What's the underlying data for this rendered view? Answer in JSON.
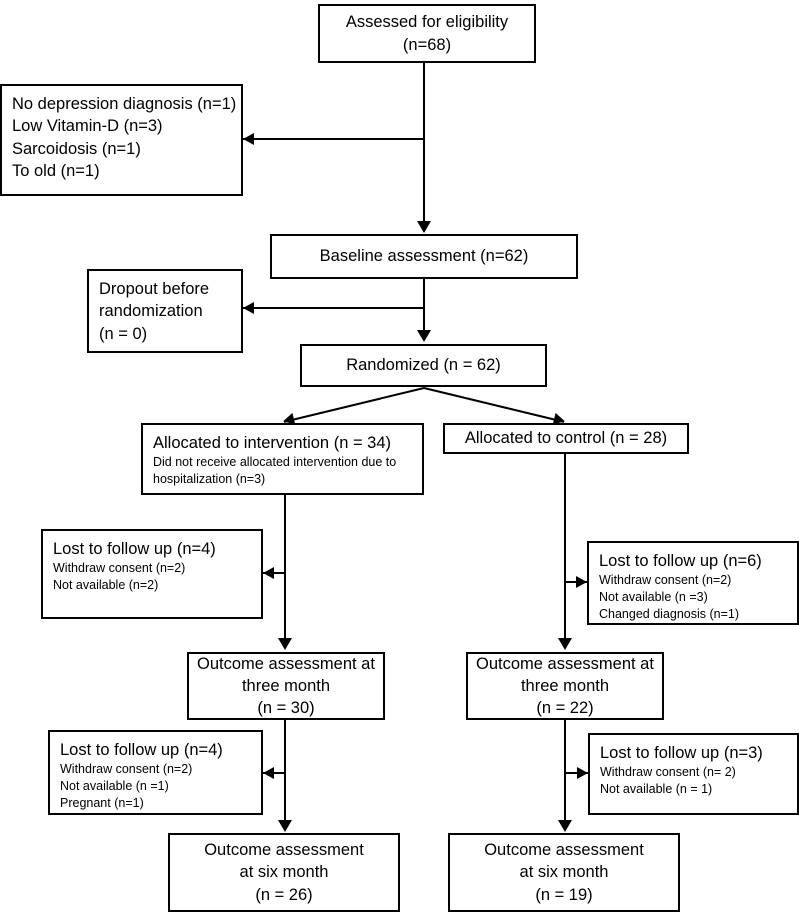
{
  "diagram": {
    "type": "consort-flow-diagram",
    "title": "CONSORT participant flow diagram"
  },
  "nodes": {
    "assessed": {
      "lines": [
        "Assessed for eligibility",
        "(n=68)"
      ]
    },
    "excluded": {
      "lines": [
        "No depression diagnosis (n=1)",
        "Low Vitamin-D (n=3)",
        "Sarcoidosis (n=1)",
        "To old (n=1)"
      ]
    },
    "baseline": {
      "lines": [
        "Baseline assessment (n=62)"
      ]
    },
    "dropout_before_rand": {
      "lines": [
        "Dropout before",
        "randomization",
        "(n = 0)"
      ]
    },
    "randomized": {
      "lines": [
        "Randomized (n = 62)"
      ]
    },
    "allocated_intervention": {
      "heading": "Allocated to intervention (n = 34)",
      "lines": [
        "Did not receive allocated intervention due to",
        "hospitalization (n=3)"
      ]
    },
    "allocated_control": {
      "heading": "Allocated to control (n = 28)",
      "lines": []
    },
    "lost_intervention_3m": {
      "heading": "Lost to follow up (n=4)",
      "lines": [
        "Withdraw consent (n=2)",
        "Not available (n=2)"
      ]
    },
    "lost_control_3m": {
      "heading": "Lost to follow up (n=6)",
      "lines": [
        "Withdraw consent (n=2)",
        "Not available (n =3)",
        "Changed diagnosis (n=1)"
      ]
    },
    "outcome_intervention_3m": {
      "lines": [
        "Outcome assessment at",
        "three month",
        "(n = 30)"
      ]
    },
    "outcome_control_3m": {
      "lines": [
        "Outcome assessment at",
        "three month",
        "(n = 22)"
      ]
    },
    "lost_intervention_6m": {
      "heading": "Lost to follow up (n=4)",
      "lines": [
        "Withdraw consent (n=2)",
        "Not available (n =1)",
        "Pregnant (n=1)"
      ]
    },
    "lost_control_6m": {
      "heading": "Lost to follow up (n=3)",
      "lines": [
        "Withdraw consent (n= 2)",
        "Not available (n = 1)"
      ]
    },
    "outcome_intervention_6m": {
      "lines": [
        "Outcome assessment",
        "at six month",
        "(n = 26)"
      ]
    },
    "outcome_control_6m": {
      "lines": [
        "Outcome assessment",
        "at six month",
        "(n = 19)"
      ]
    }
  },
  "colors": {
    "stroke": "#000000",
    "fill": "#ffffff",
    "text": "#000000"
  }
}
